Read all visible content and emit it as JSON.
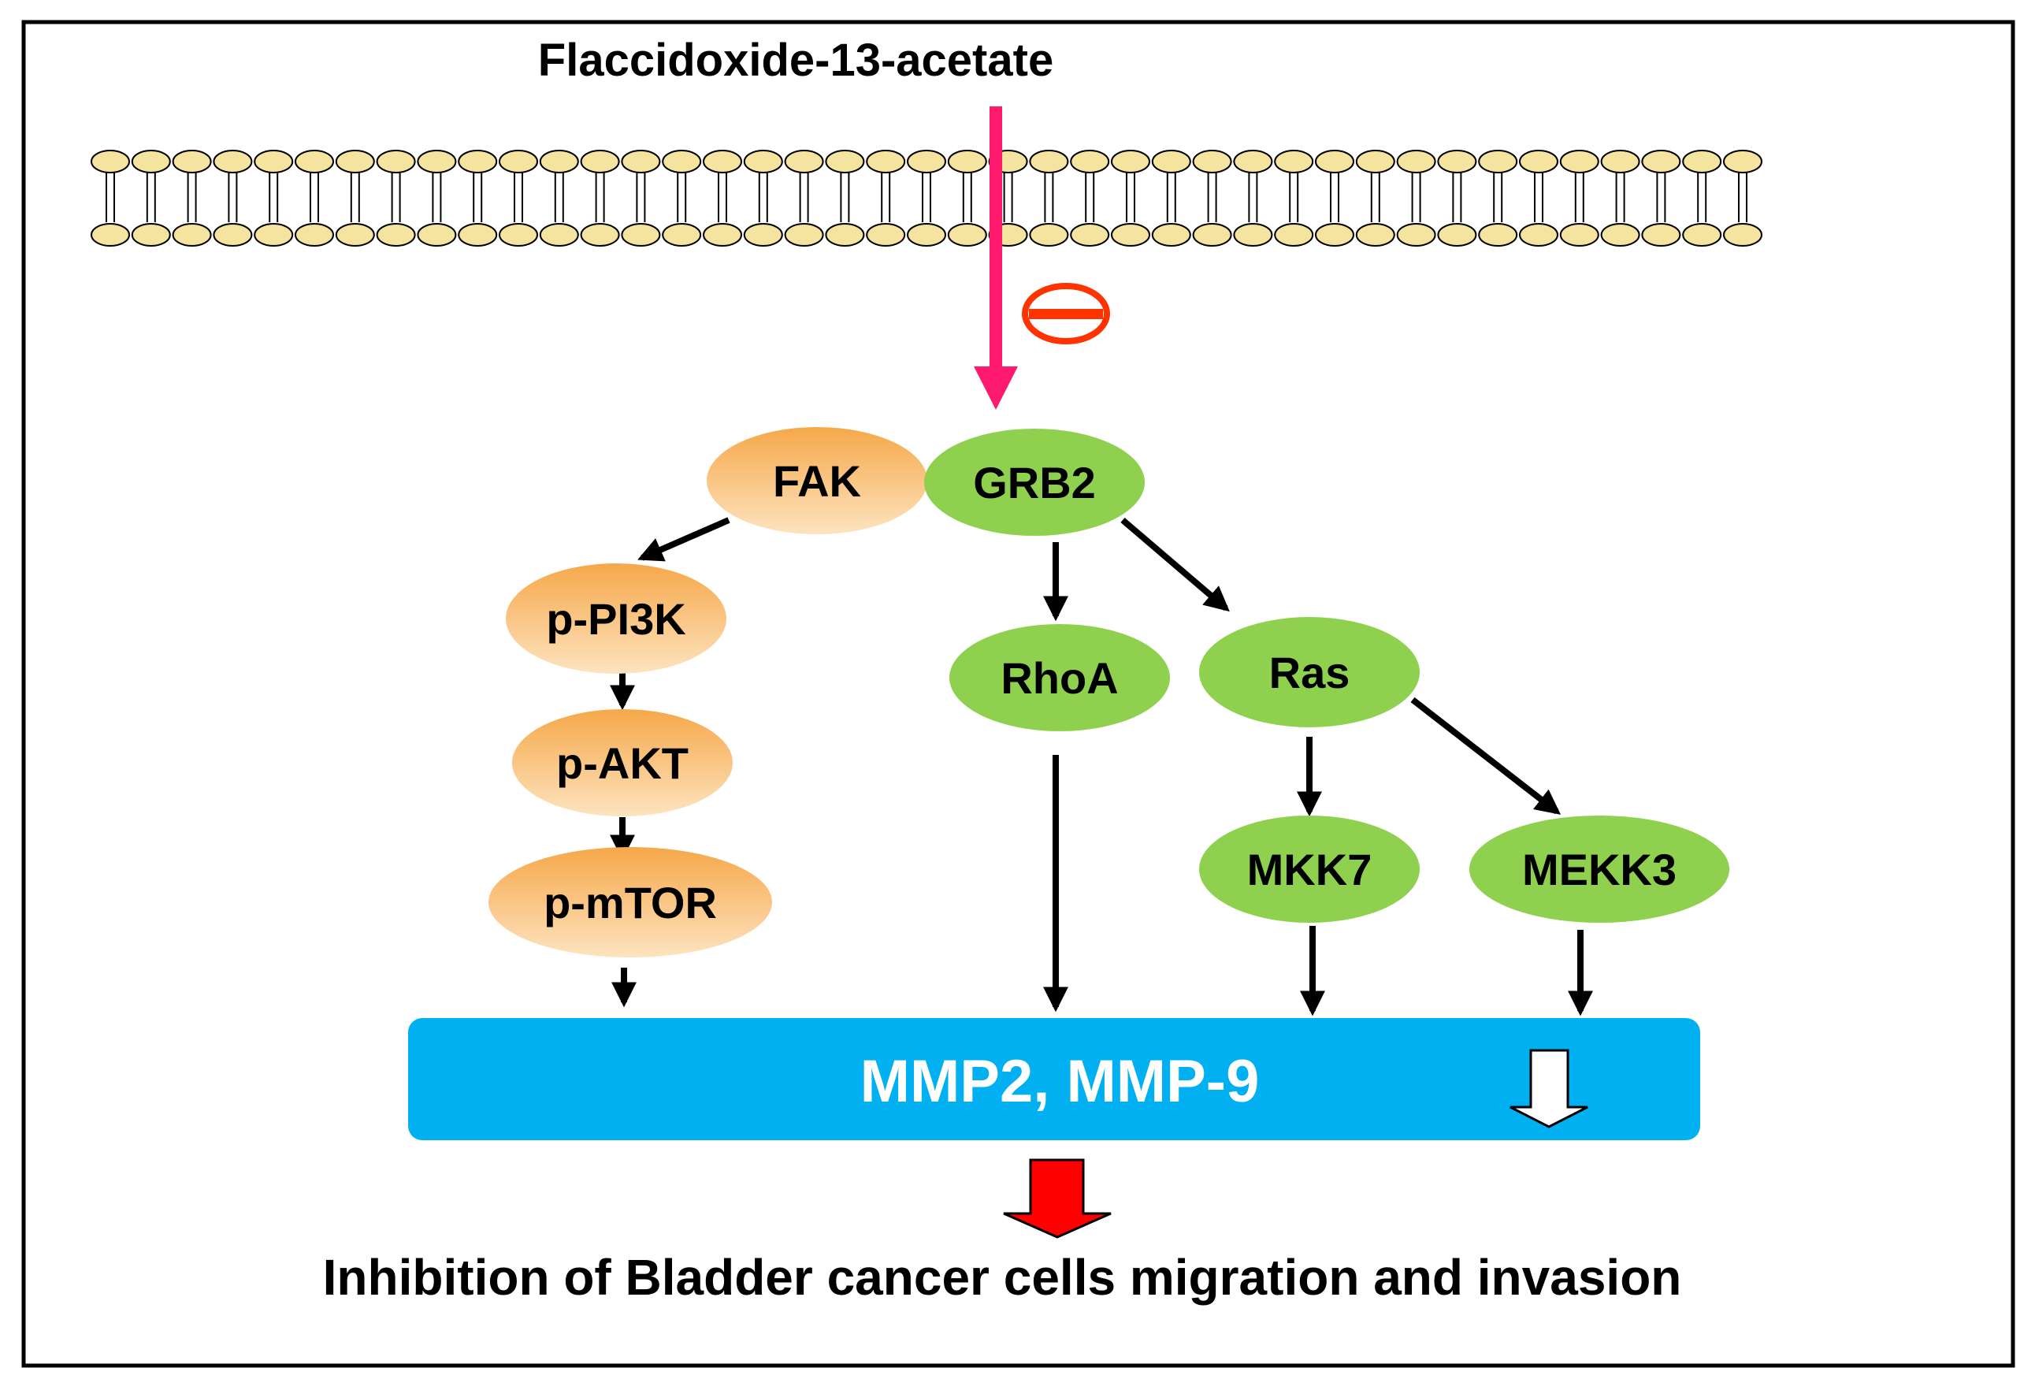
{
  "title": "Flaccidoxide-13-acetate",
  "inhibit_symbol": "⊖",
  "nodes": {
    "fak": "FAK",
    "grb2": "GRB2",
    "ppi3k": "p-PI3K",
    "pakt": "p-AKT",
    "pmtor": "p-mTOR",
    "rhoa": "RhoA",
    "ras": "Ras",
    "mkk7": "MKK7",
    "mekk3": "MEKK3"
  },
  "target_box": "MMP2, MMP-9",
  "outcome": "Inhibition of Bladder cancer cells migration and invasion",
  "colors": {
    "orange_node_top": "#f6a84a",
    "orange_node_bottom": "#fde3bf",
    "green_node": "#8fd14f",
    "mmp_box": "#00b0f0",
    "drug_arrow": "#ff1a6e",
    "inhibit": "#ff3300",
    "outcome_arrow": "#ff0000",
    "lipid_head": "#f5e3a0"
  }
}
